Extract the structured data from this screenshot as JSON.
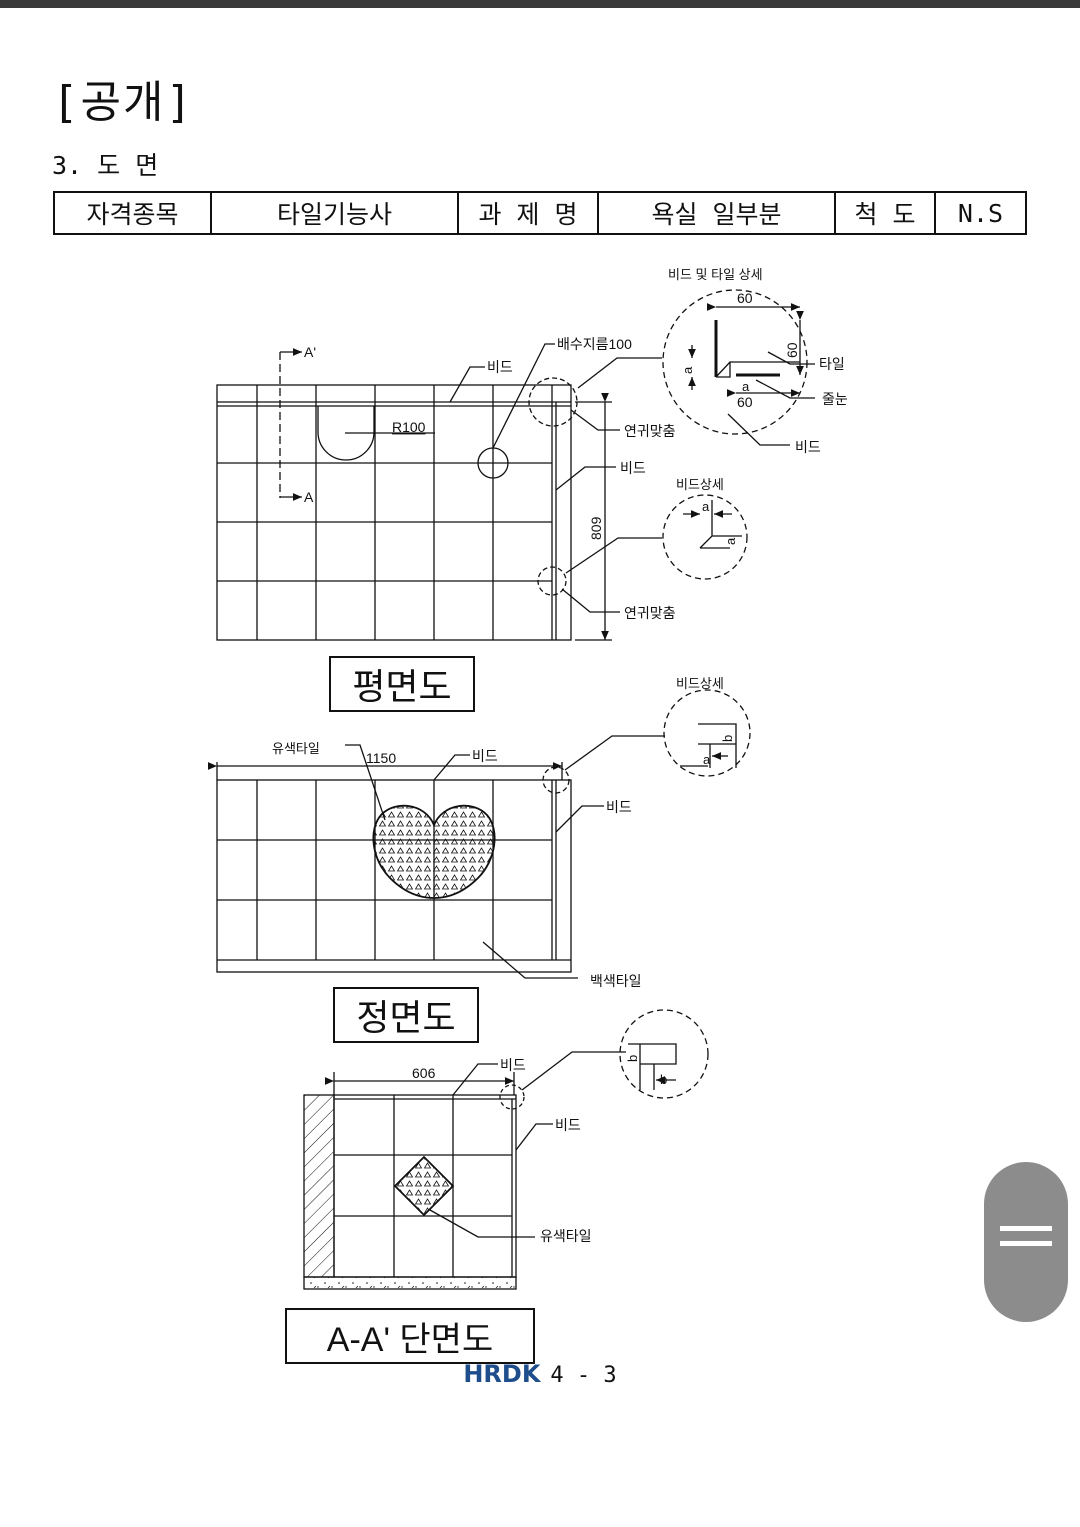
{
  "header": {
    "title": "[공개]",
    "section": "3. 도 면"
  },
  "info_table": {
    "qual_label": "자격종목",
    "qual_value": "타일기능사",
    "task_label": "과 제 명",
    "task_value": "욕실 일부분",
    "scale_label": "척 도",
    "scale_value": "N.S"
  },
  "plan": {
    "title": "평면도",
    "section_top": "A'",
    "section_bottom": "A",
    "radius": "R100",
    "drain": "배수지름100",
    "bead": "비드",
    "corner_miter": "연귀맞춤",
    "height_dim": "809",
    "detail_title": "비드 및 타일 상세",
    "detail_dim": "60",
    "detail_tile": "타일",
    "detail_joint": "줄눈",
    "detail_bead": "비드",
    "bead_detail_title": "비드상세",
    "dim_a": "a"
  },
  "front": {
    "title": "정면도",
    "width_dim": "1150",
    "colored_tile": "유색타일",
    "bead": "비드",
    "white_tile": "백색타일",
    "bead_detail_title": "비드상세",
    "dim_a": "a",
    "dim_b": "b"
  },
  "section": {
    "title": "A-A' 단면도",
    "width_dim": "606",
    "bead": "비드",
    "colored_tile": "유색타일",
    "dim_b": "b"
  },
  "footer": {
    "logo": "HRDK",
    "page": "4 - 3"
  }
}
